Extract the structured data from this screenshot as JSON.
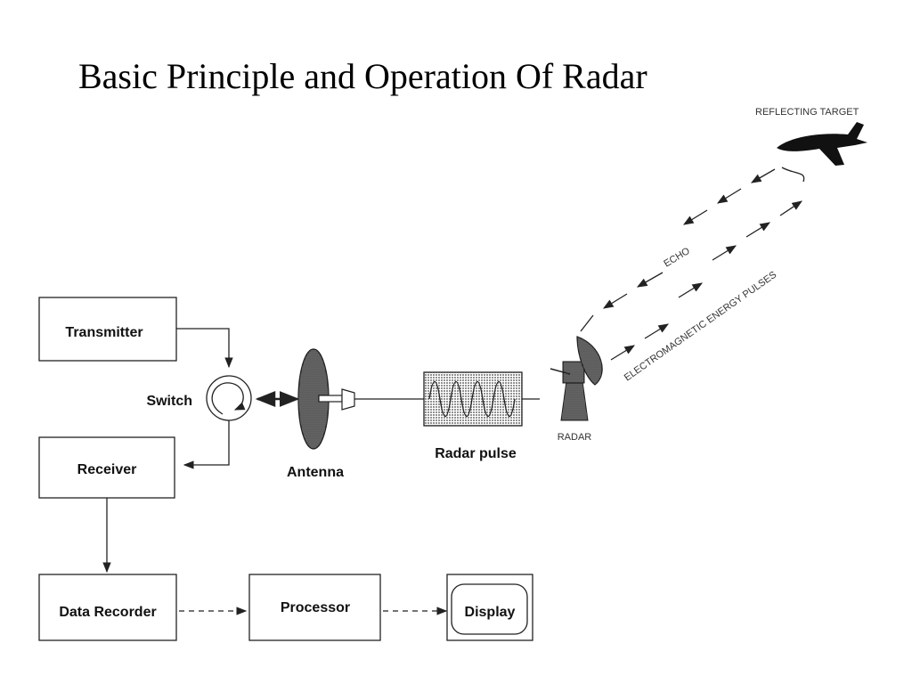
{
  "title": "Basic Principle and Operation Of Radar",
  "blocks": {
    "transmitter": "Transmitter",
    "switch": "Switch",
    "receiver": "Receiver",
    "antenna": "Antenna",
    "radar_pulse": "Radar pulse",
    "data_recorder": "Data Recorder",
    "processor": "Processor",
    "display": "Display"
  },
  "illustration": {
    "radar": "RADAR",
    "reflecting_target": "REFLECTING TARGET",
    "echo": "ECHO",
    "pulses": "ELECTROMAGNETIC ENERGY PULSES"
  },
  "colors": {
    "line": "#222222",
    "fill_dark": "#555555"
  }
}
